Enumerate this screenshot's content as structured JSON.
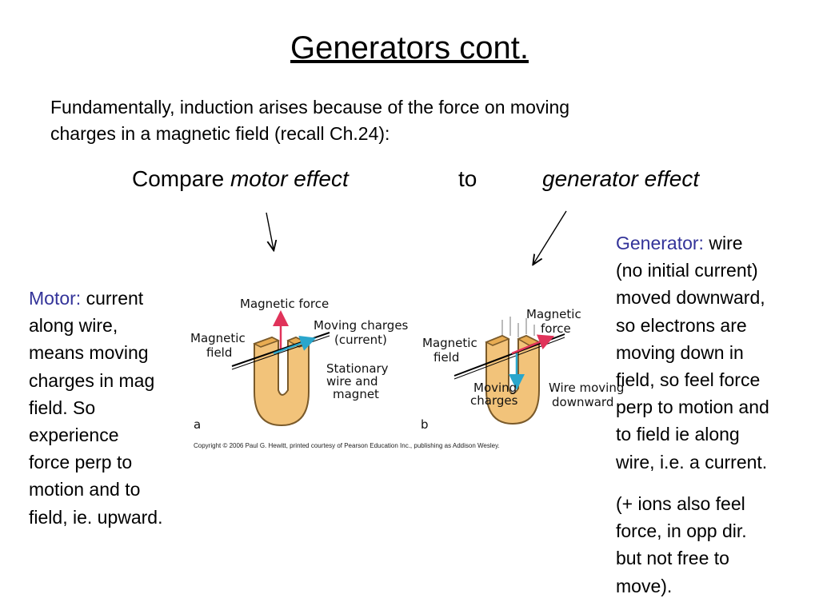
{
  "slide": {
    "title": "Generators cont.",
    "intro_line1": "Fundamentally, induction arises because of the force on moving",
    "intro_line2": "charges in a magnetic field (recall Ch.24):",
    "compare": {
      "word": "Compare",
      "motor_effect": "motor effect",
      "to": "to",
      "generator_effect": "generator effect"
    },
    "motor": {
      "label": "Motor:",
      "lines": [
        "current",
        "along wire,",
        "means moving",
        "charges in mag",
        "field. So",
        "experience",
        "force perp to",
        "motion and to",
        "field, ie. upward."
      ]
    },
    "generator": {
      "label": "Generator:",
      "lines": [
        "wire",
        "(no initial current)",
        "moved downward,",
        "so electrons are",
        "moving down in",
        "field, so feel force",
        "perp to motion and",
        "to field  ie along",
        "wire, i.e. a current."
      ],
      "note_lines": [
        "(+ ions also feel",
        "force, in opp dir.",
        "but not free to",
        "move)."
      ]
    }
  },
  "figure": {
    "panel_a": {
      "letter": "a",
      "magnetic_force": "Magnetic force",
      "magnetic_field_1": "Magnetic",
      "magnetic_field_2": "field",
      "moving_charges_1": "Moving charges",
      "moving_charges_2": "(current)",
      "stationary_1": "Stationary",
      "stationary_2": "wire and",
      "stationary_3": "magnet"
    },
    "panel_b": {
      "letter": "b",
      "magnetic_force_1": "Magnetic",
      "magnetic_force_2": "force",
      "magnetic_field_1": "Magnetic",
      "magnetic_field_2": "field",
      "moving_charges_1": "Moving",
      "moving_charges_2": "charges",
      "wire_moving_1": "Wire moving",
      "wire_moving_2": "downward"
    },
    "copyright": "Copyright © 2006 Paul G. Hewitt, printed courtesy of Pearson Education Inc., publishing as Addison Wesley.",
    "colors": {
      "magnet_fill": "#f2c37a",
      "magnet_stroke": "#7a5a2a",
      "force_arrow": "#e0335a",
      "charge_arrow": "#2aa6cc"
    }
  }
}
